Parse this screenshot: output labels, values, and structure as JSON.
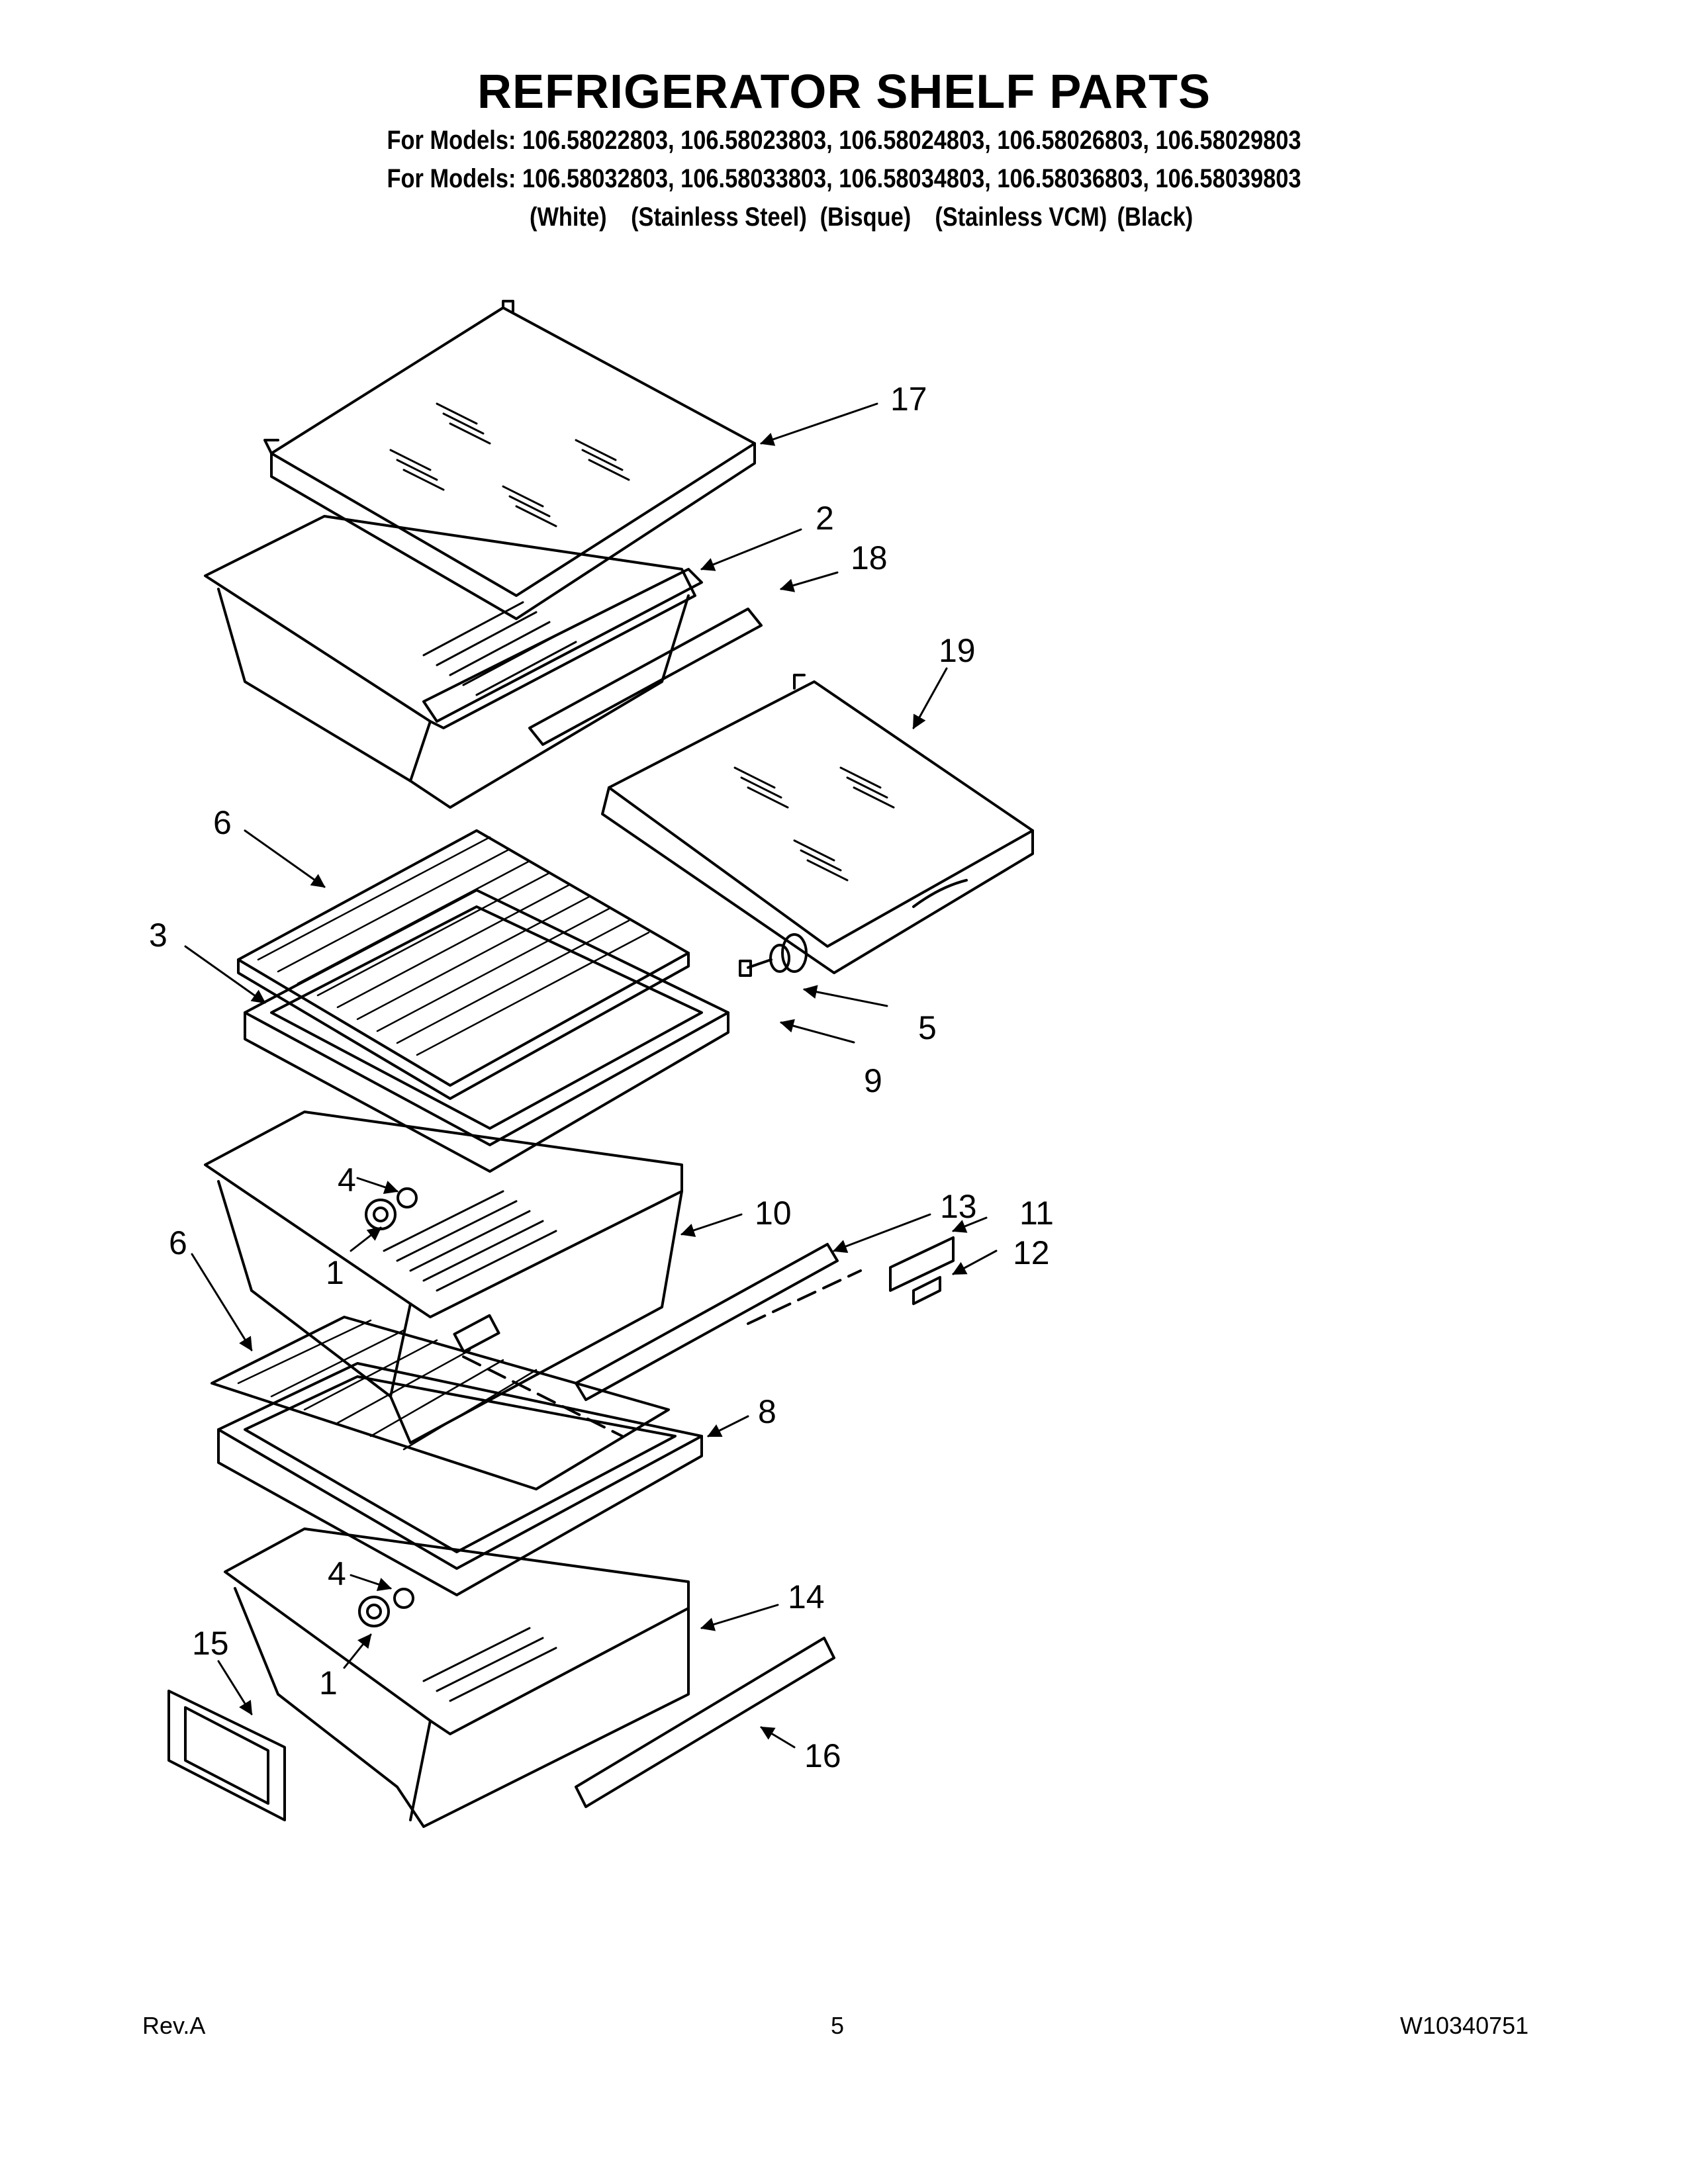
{
  "header": {
    "title": "REFRIGERATOR SHELF PARTS",
    "models_line1": "For Models: 106.58022803, 106.58023803, 106.58024803, 106.58026803, 106.58029803",
    "models_line2": "For Models: 106.58032803, 106.58033803, 106.58034803, 106.58036803, 106.58039803",
    "colors": [
      "(White)",
      "(Stainless Steel)",
      "(Bisque)",
      "(Stainless VCM)",
      "(Black)"
    ]
  },
  "callouts": [
    "17",
    "2",
    "18",
    "19",
    "6",
    "3",
    "5",
    "9",
    "4",
    "10",
    "13",
    "11",
    "12",
    "1",
    "6",
    "8",
    "4",
    "14",
    "15",
    "1",
    "16"
  ],
  "footer": {
    "revision": "Rev.A",
    "page": "5",
    "doc_number": "W10340751"
  }
}
